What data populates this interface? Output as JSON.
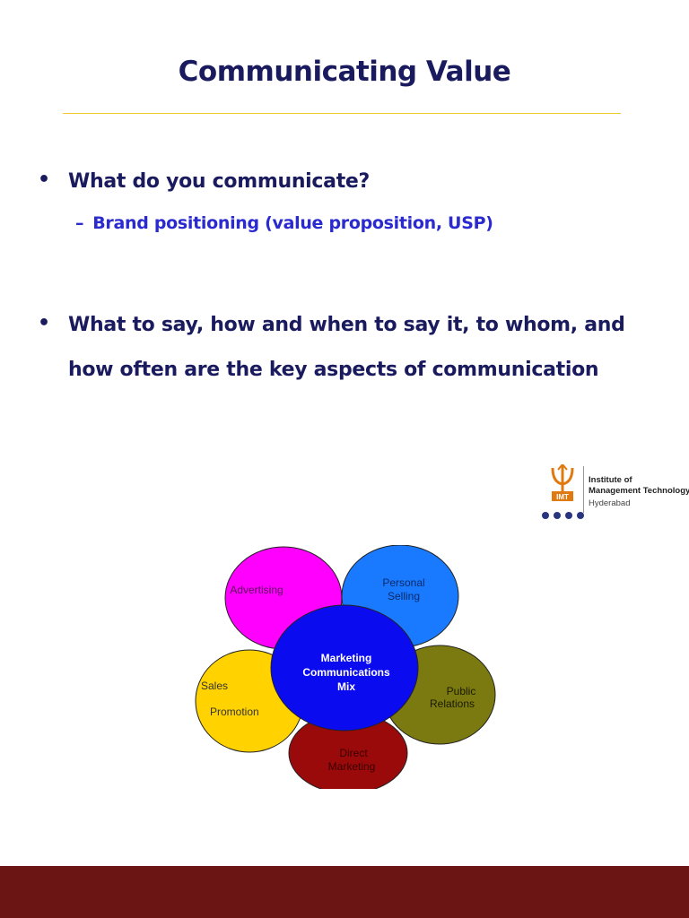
{
  "slide": {
    "title": "Communicating Value",
    "bullets": [
      {
        "symbol": "•",
        "text": "What do you communicate?"
      },
      {
        "symbol": "•",
        "line1": "What to say, how and when to say it, to whom, and",
        "line2": "how often are the key aspects of communication"
      }
    ],
    "sub_bullet": {
      "symbol": "–",
      "text": "Brand positioning (value proposition, USP)"
    }
  },
  "logo": {
    "emblem_text": "IMT",
    "name_line1": "Institute of",
    "name_line2": "Management Technology",
    "city": "Hyderabad"
  },
  "diagram": {
    "center": {
      "line1": "Marketing",
      "line2": "Communications",
      "line3": "Mix",
      "color": "#0b0bef"
    },
    "petals": [
      {
        "id": "advertising",
        "line1": "Advertising",
        "line2": "",
        "color": "#ff00ff"
      },
      {
        "id": "personal-selling",
        "line1": "Personal",
        "line2": "Selling",
        "color": "#1a7aff"
      },
      {
        "id": "public-relations",
        "line1": "Public",
        "line2": "Relations",
        "color": "#7b7a10"
      },
      {
        "id": "direct-marketing",
        "line1": "Direct",
        "line2": "Marketing",
        "color": "#9a0a0a"
      },
      {
        "id": "sales-promotion",
        "line1": "Sales",
        "line2": "Promotion",
        "color": "#ffd200"
      }
    ]
  },
  "colors": {
    "title": "#1a1a5e",
    "sub_bullet": "#2a2ad0",
    "rule": "#f0c830",
    "footer": "#6b1515"
  }
}
